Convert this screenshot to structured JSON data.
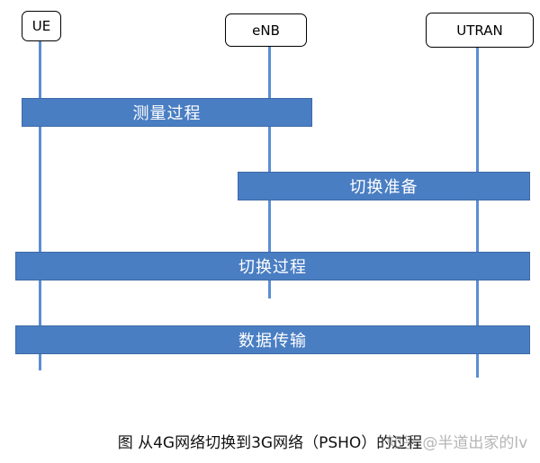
{
  "nodes": {
    "ue": "UE",
    "enb": "eNB",
    "utran": "UTRAN"
  },
  "phases": {
    "measurement": "测量过程",
    "ho_preparation": "切换准备",
    "ho_execution": "切换过程",
    "data_transfer": "数据传输"
  },
  "caption": "图 从4G网络切换到3G网络（PSHO）的过程",
  "watermark": "知乎 @半道出家的lv",
  "colors": {
    "bar_fill": "#4a7ec3",
    "lifeline": "#5b8ed4"
  }
}
